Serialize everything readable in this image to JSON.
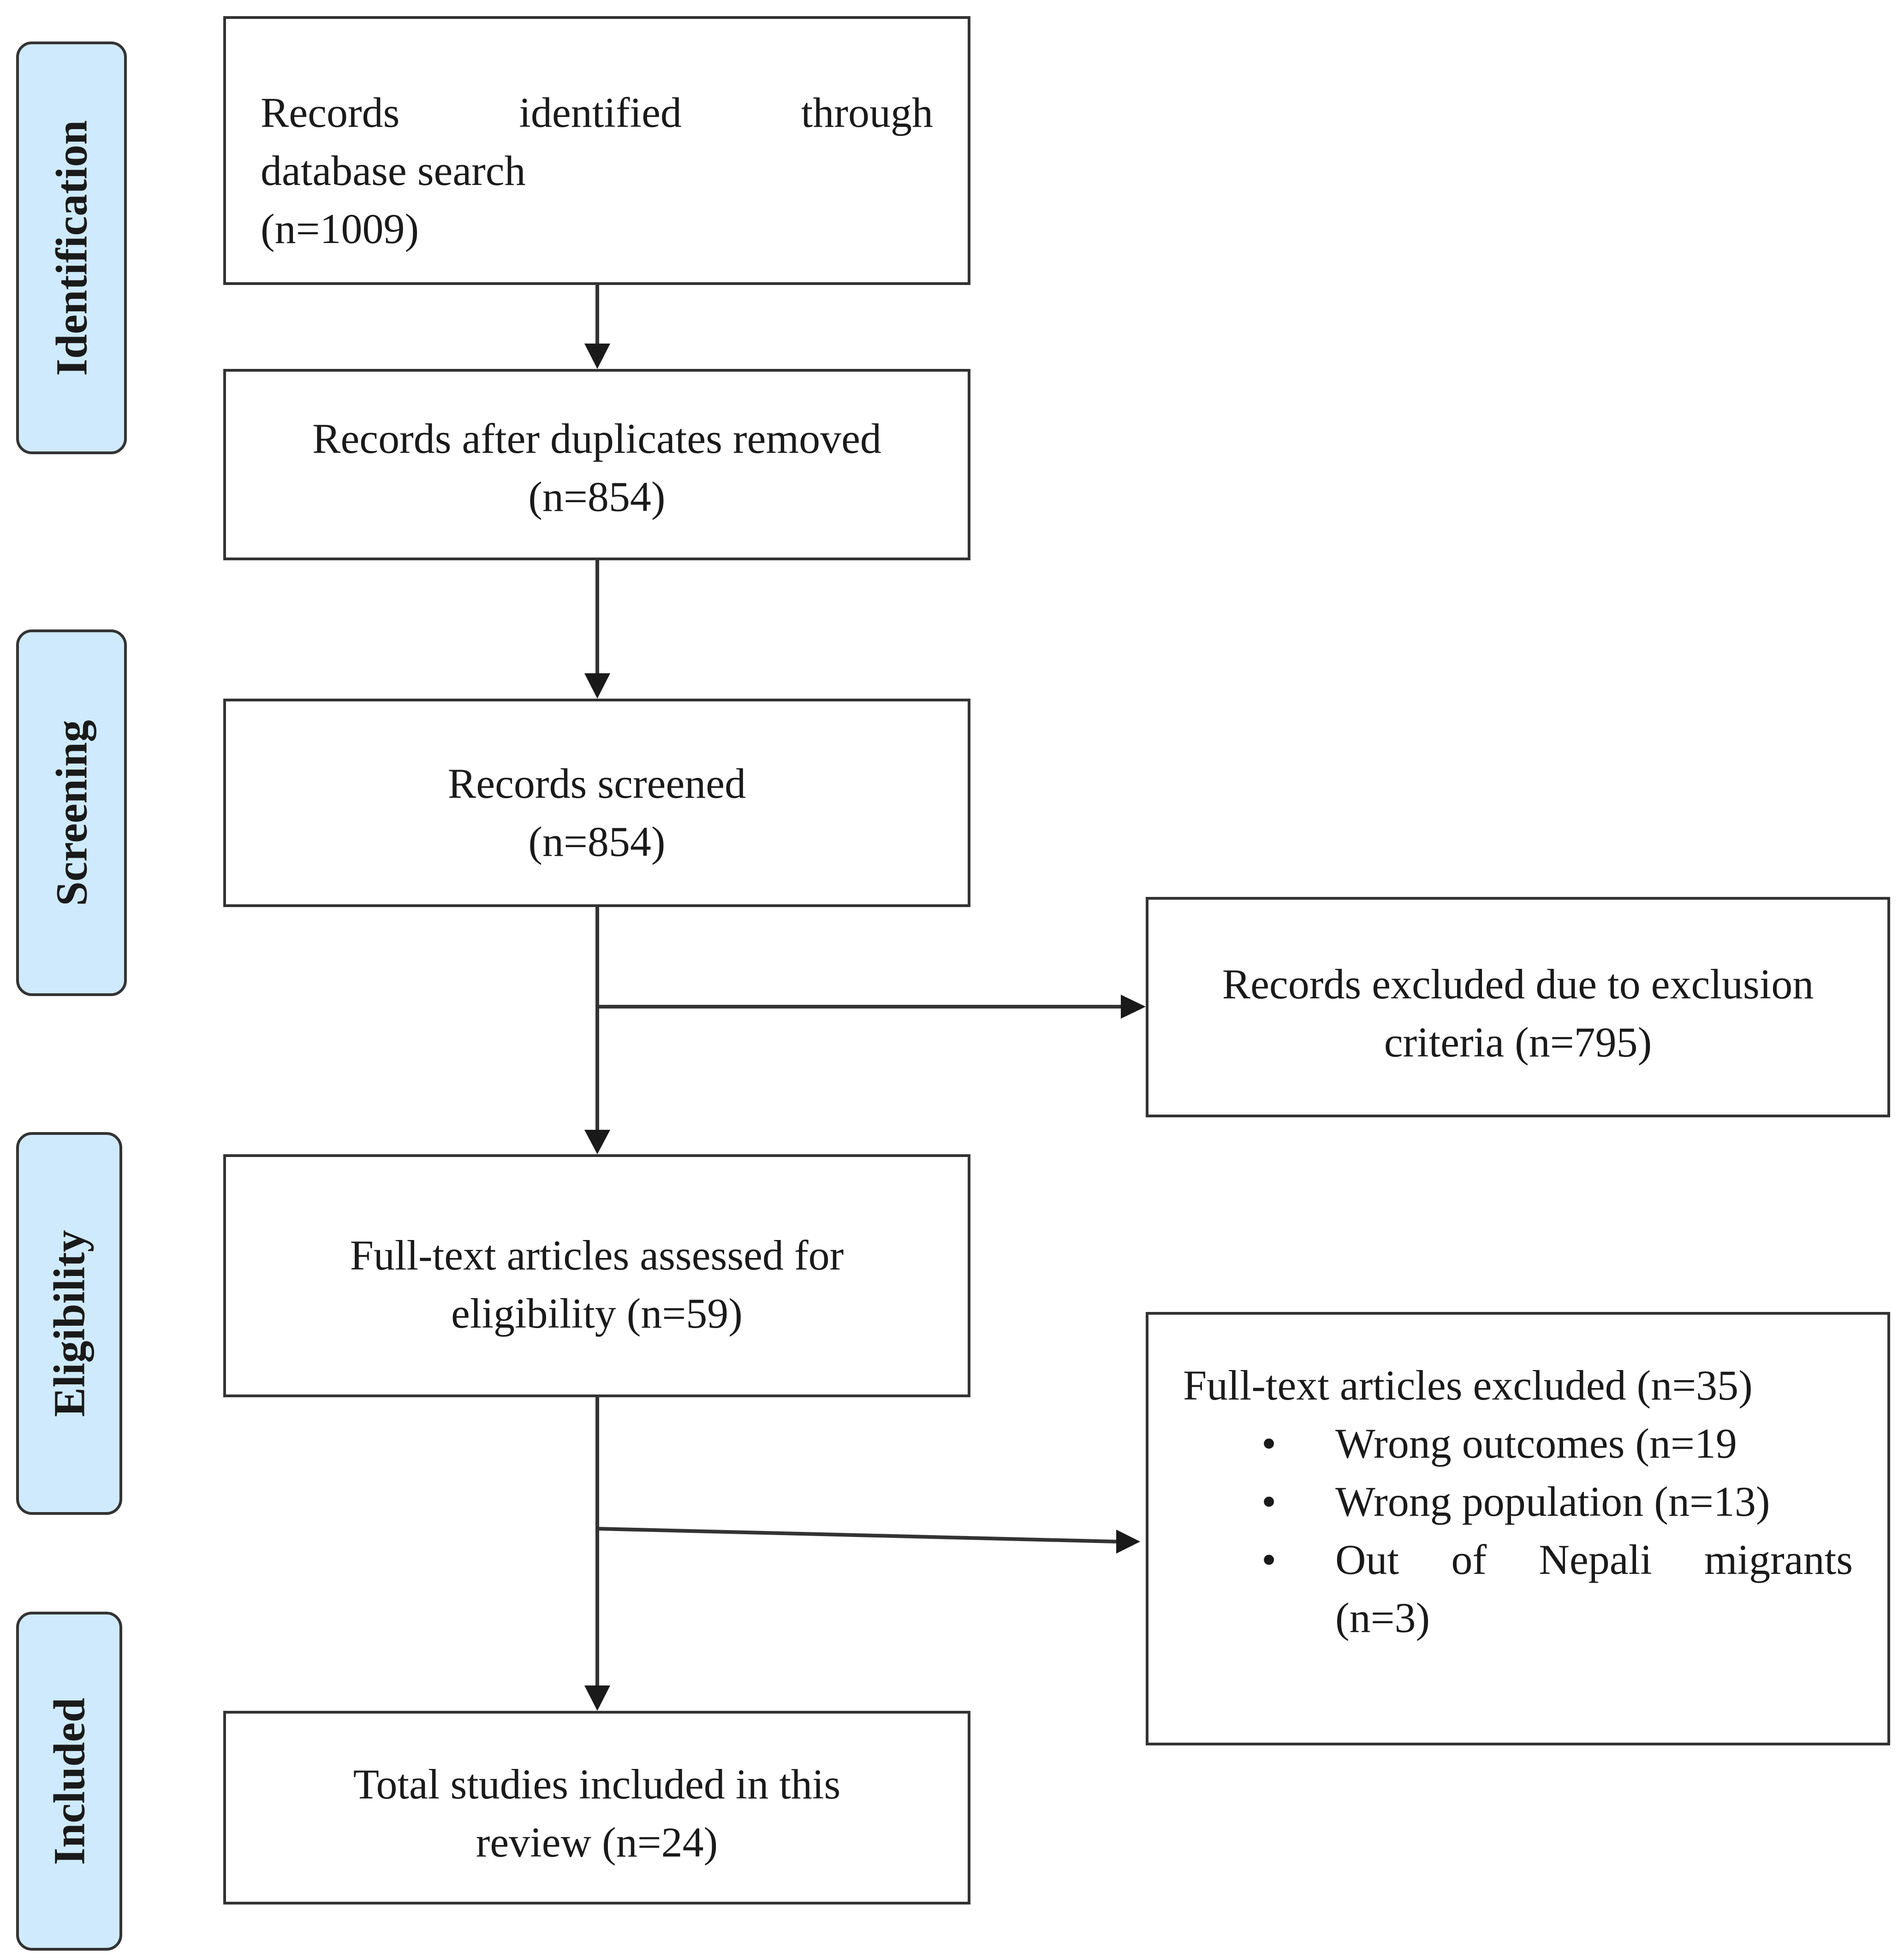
{
  "stages": {
    "identification": "Identification",
    "screening": "Screening",
    "eligibility": "Eligibility",
    "included": "Included"
  },
  "boxes": {
    "identified": {
      "line1": "Records identified through",
      "line2": "database search",
      "line3": "(n=1009)"
    },
    "after_duplicates": {
      "line1": "Records after duplicates removed",
      "line2": "(n=854)"
    },
    "screened": {
      "line1": "Records screened",
      "line2": "(n=854)"
    },
    "excluded_criteria": {
      "line1": "Records excluded due to exclusion",
      "line2": "criteria (n=795)"
    },
    "fulltext_assessed": {
      "line1": "Full-text articles assessed for",
      "line2": "eligibility (n=59)"
    },
    "fulltext_excluded": {
      "heading": "Full-text articles excluded (n=35)",
      "items": [
        "Wrong outcomes (n=19",
        "Wrong population (n=13)",
        "Out of Nepali migrants",
        "(n=3)"
      ]
    },
    "included": {
      "line1": "Total studies included in this",
      "line2": "review (n=24)"
    }
  },
  "colors": {
    "stage_fill": "#cfeafc",
    "stroke": "#333333",
    "text": "#1a1a1a"
  }
}
